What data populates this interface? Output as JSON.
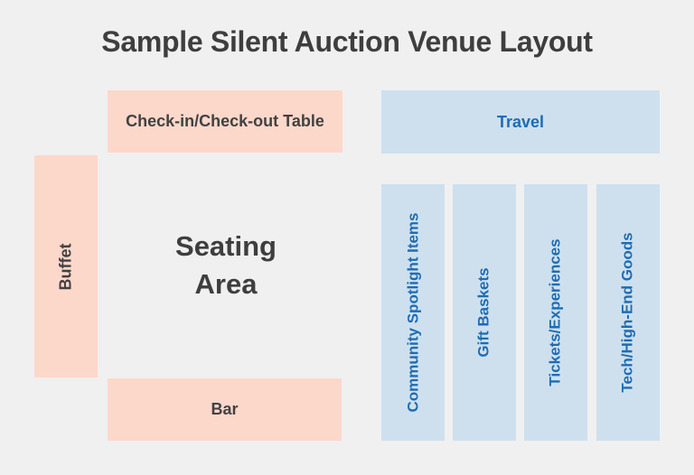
{
  "title": "Sample Silent Auction Venue Layout",
  "colors": {
    "background": "#f0f0f1",
    "pink_zone": "#fcd8cb",
    "blue_zone": "#cee0ee",
    "blue_label": "#1e6cb3",
    "dark_label": "#3e3e3e"
  },
  "zones": {
    "checkin": {
      "label": "Check-in/Check-out Table"
    },
    "travel": {
      "label": "Travel"
    },
    "buffet": {
      "label": "Buffet"
    },
    "seating": {
      "line1": "Seating",
      "line2": "Area"
    },
    "bar": {
      "label": "Bar"
    },
    "item_columns": [
      {
        "label": "Community Spotlight Items"
      },
      {
        "label": "Gift Baskets"
      },
      {
        "label": "Tickets/Experiences"
      },
      {
        "label": "Tech/High-End Goods"
      }
    ]
  }
}
